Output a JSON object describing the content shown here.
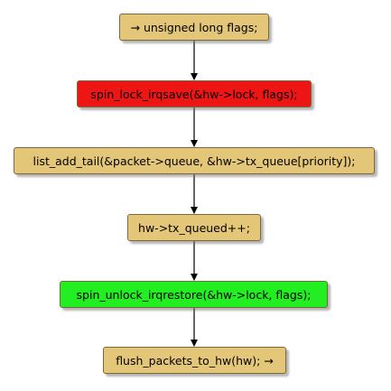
{
  "colors": {
    "default_fill": "#e3c678",
    "lock_fill": "#ee1515",
    "unlock_fill": "#22ee22",
    "edge": "#000000"
  },
  "nodes": [
    {
      "label": "→ unsigned long flags;",
      "fill": "#e3c678"
    },
    {
      "label": "spin_lock_irqsave(&hw->lock, flags);",
      "fill": "#ee1515"
    },
    {
      "label": "list_add_tail(&packet->queue, &hw->tx_queue[priority]);",
      "fill": "#e3c678"
    },
    {
      "label": "hw->tx_queued++;",
      "fill": "#e3c678"
    },
    {
      "label": "spin_unlock_irqrestore(&hw->lock, flags);",
      "fill": "#22ee22"
    },
    {
      "label": "flush_packets_to_hw(hw); →",
      "fill": "#e3c678"
    }
  ]
}
